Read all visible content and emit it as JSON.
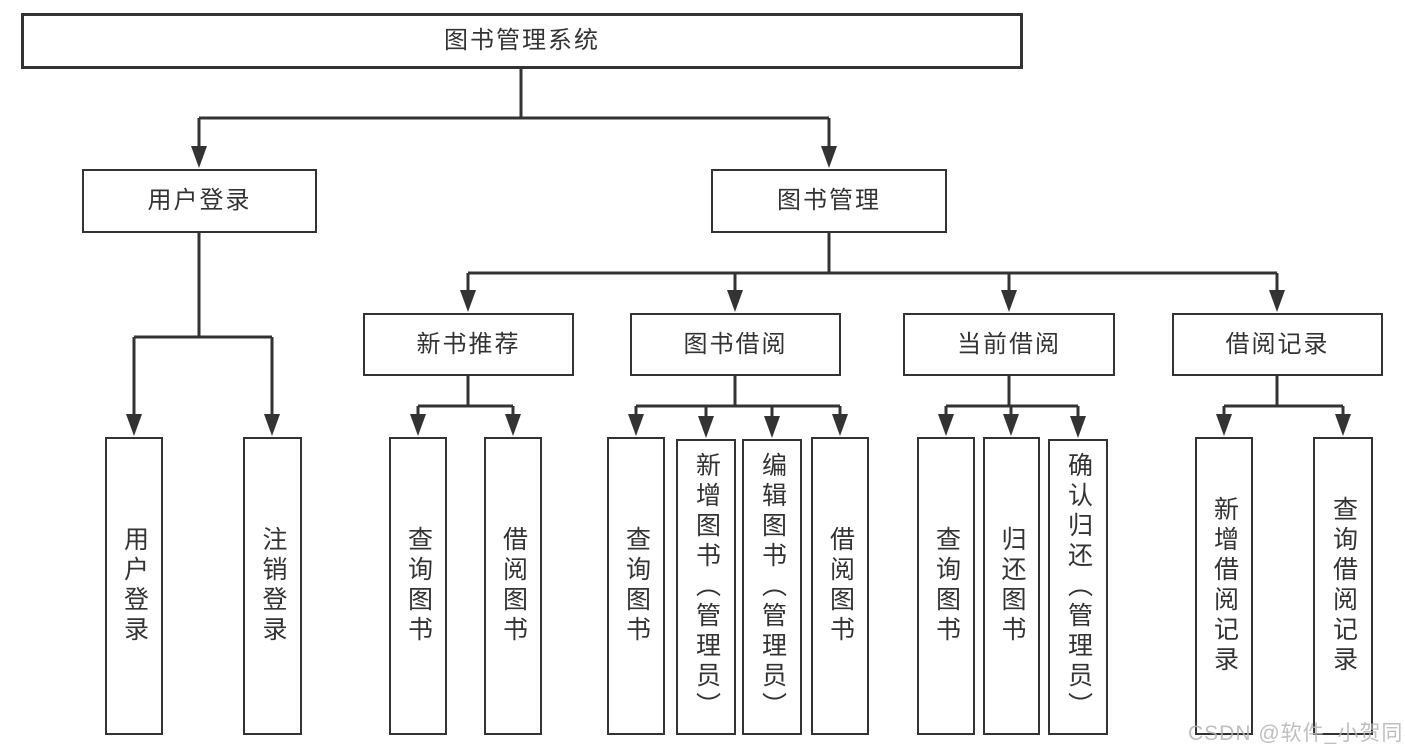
{
  "diagram": {
    "colors": {
      "line": "#333333",
      "text": "#333333",
      "watermark": "#b5b5b5",
      "background": "#ffffff"
    },
    "watermark": "CSDN @软件_小贺同学",
    "tree": {
      "root": {
        "label": "图书管理系统",
        "children": [
          {
            "label": "用户登录",
            "children": [
              {
                "label": "用户登录"
              },
              {
                "label": "注销登录"
              }
            ]
          },
          {
            "label": "图书管理",
            "children": [
              {
                "label": "新书推荐",
                "children": [
                  {
                    "label": "查询图书"
                  },
                  {
                    "label": "借阅图书"
                  }
                ]
              },
              {
                "label": "图书借阅",
                "children": [
                  {
                    "label": "查询图书"
                  },
                  {
                    "label": "新增图书（管理员）"
                  },
                  {
                    "label": "编辑图书（管理员）"
                  },
                  {
                    "label": "借阅图书"
                  }
                ]
              },
              {
                "label": "当前借阅",
                "children": [
                  {
                    "label": "查询图书"
                  },
                  {
                    "label": "归还图书"
                  },
                  {
                    "label": "确认归还（管理员）"
                  }
                ]
              },
              {
                "label": "借阅记录",
                "children": [
                  {
                    "label": "新增借阅记录"
                  },
                  {
                    "label": "查询借阅记录"
                  }
                ]
              }
            ]
          }
        ]
      }
    }
  }
}
